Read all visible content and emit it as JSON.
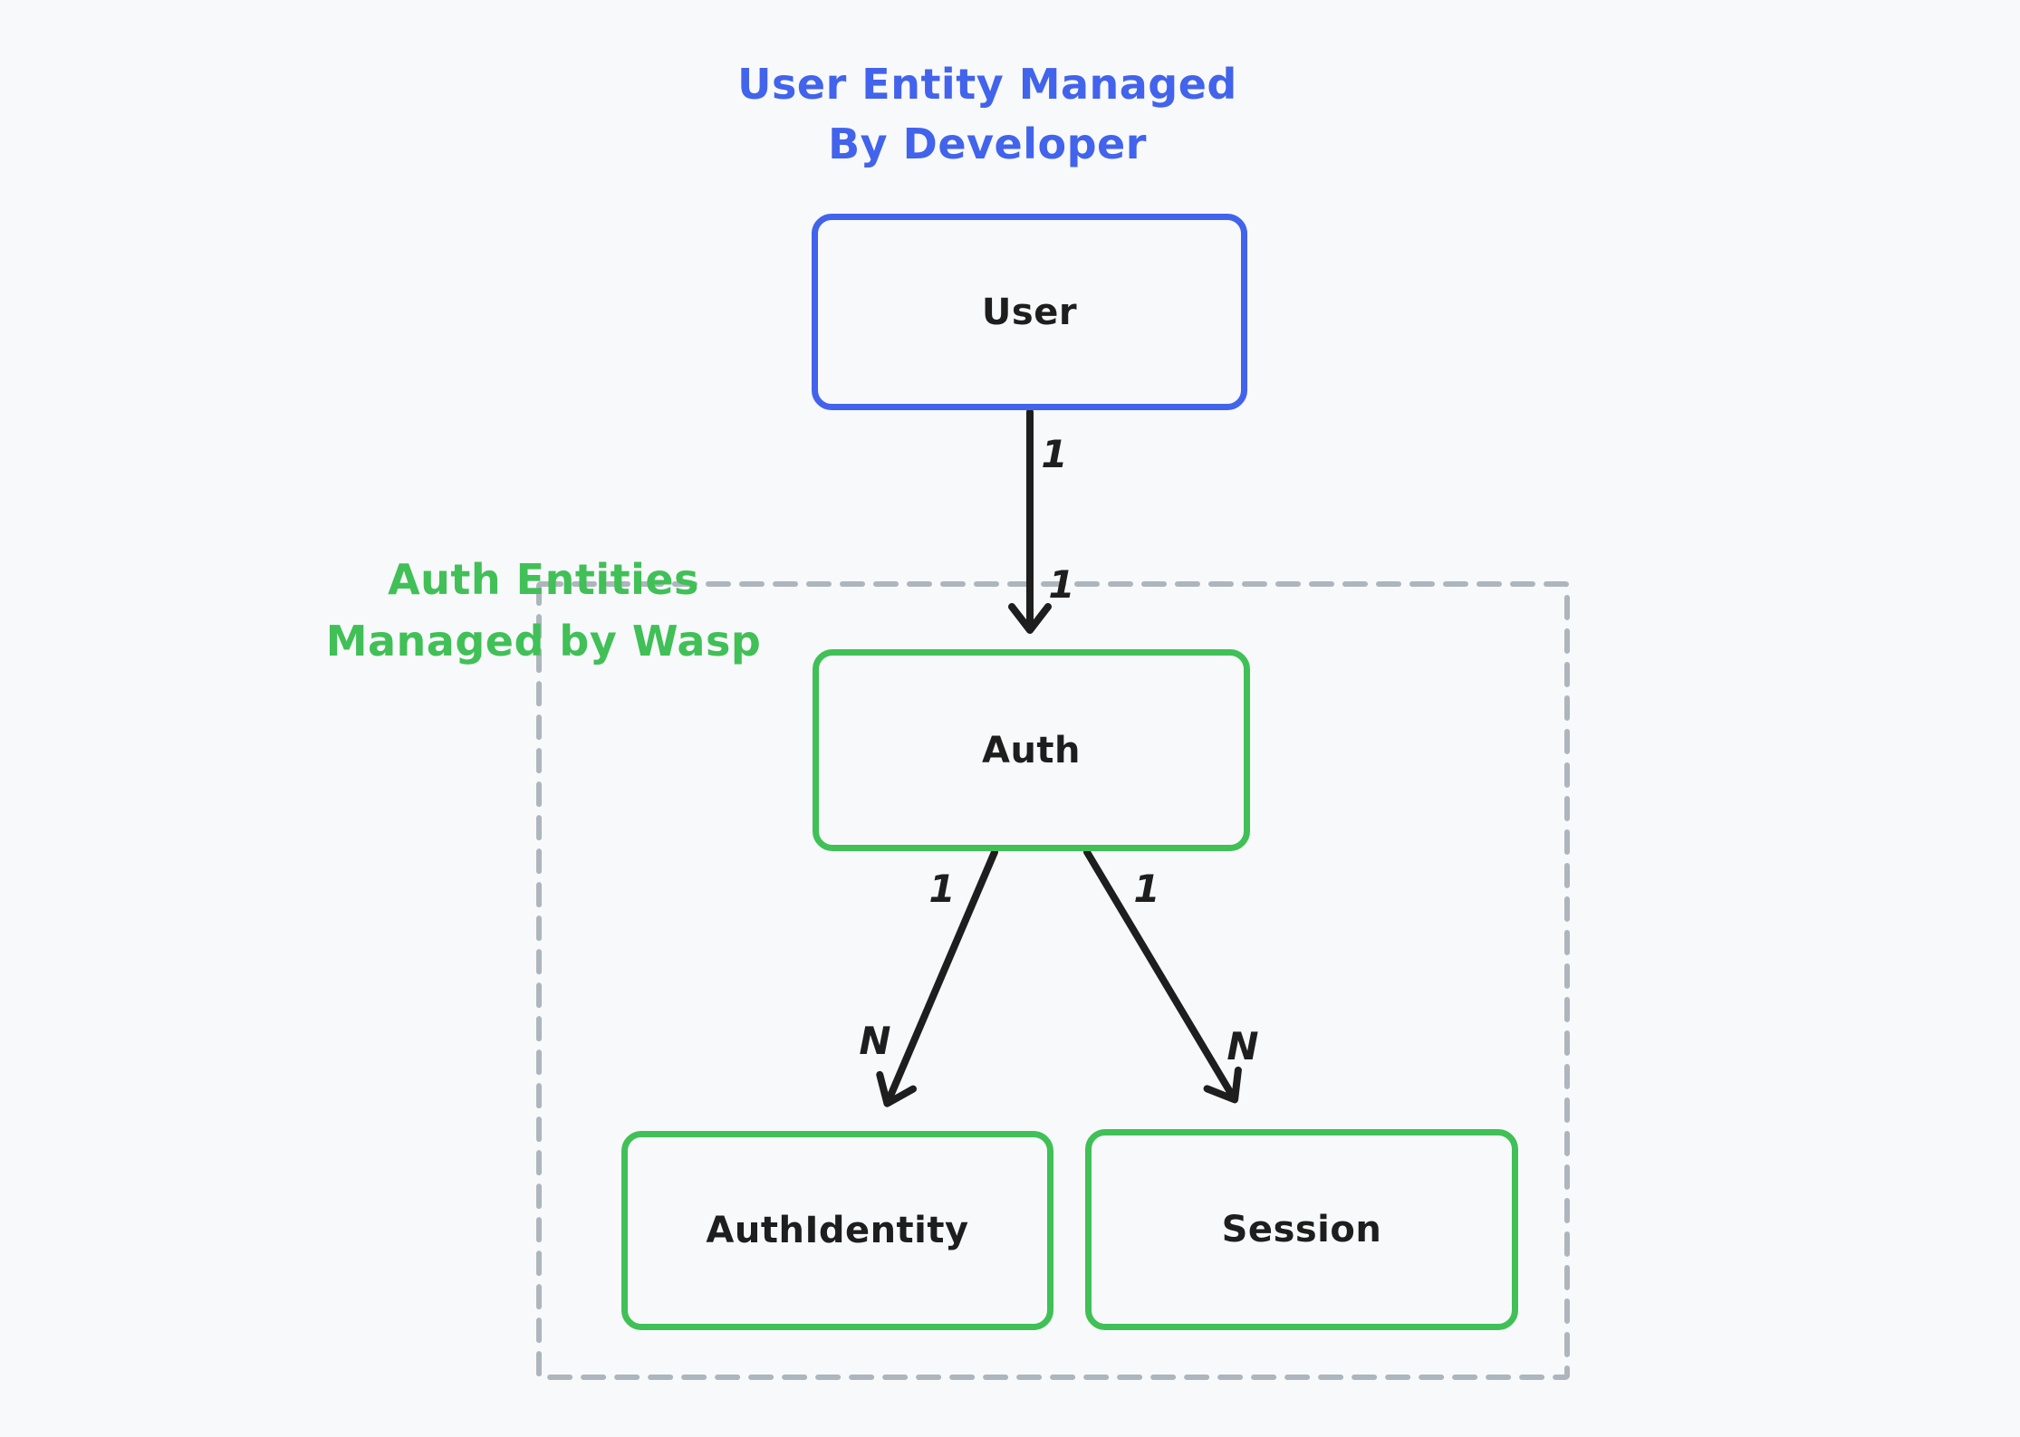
{
  "title": {
    "line1": "User Entity Managed",
    "line2": "By Developer"
  },
  "region": {
    "line1": "Auth Entities",
    "line2": "Managed by Wasp"
  },
  "nodes": {
    "user": {
      "label": "User"
    },
    "auth": {
      "label": "Auth"
    },
    "auth_identity": {
      "label": "AuthIdentity"
    },
    "session": {
      "label": "Session"
    }
  },
  "edges": [
    {
      "from": "User",
      "to": "Auth",
      "source_cardinality": "1",
      "target_cardinality": "1"
    },
    {
      "from": "Auth",
      "to": "AuthIdentity",
      "source_cardinality": "1",
      "target_cardinality": "N"
    },
    {
      "from": "Auth",
      "to": "Session",
      "source_cardinality": "1",
      "target_cardinality": "N"
    }
  ],
  "colors": {
    "user_entity": "#4263eb",
    "wasp_entities": "#40c057",
    "region_border": "#adb5bd",
    "arrow": "#1e1e1e",
    "node_text": "#1e1e1e",
    "background": "#f8f9fb"
  }
}
